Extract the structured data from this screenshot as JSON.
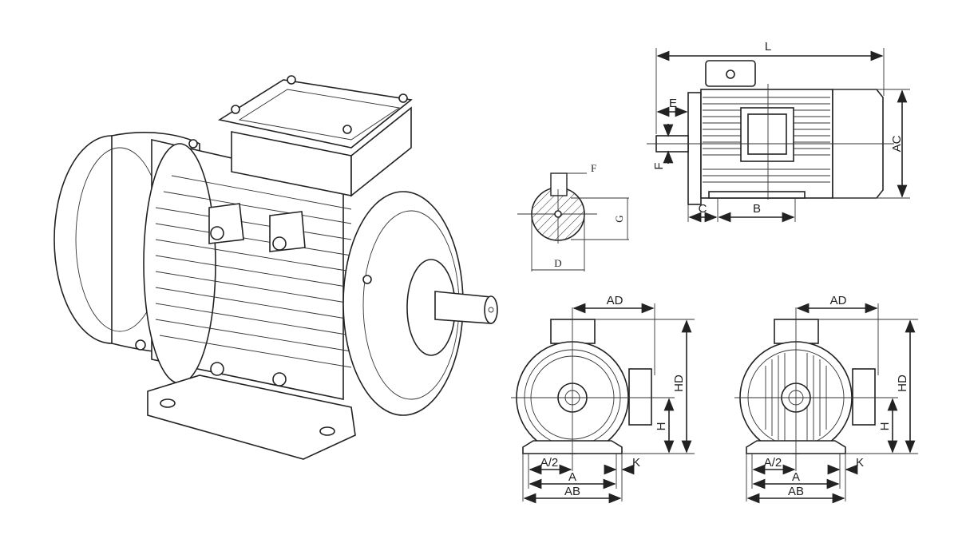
{
  "side_view": {
    "L": "L",
    "E": "E",
    "F": "F",
    "AC": "AC",
    "C": "C",
    "B": "B"
  },
  "shaft_section": {
    "F": "F",
    "G": "G",
    "D": "D"
  },
  "front_view_left": {
    "AD": "AD",
    "HD": "HD",
    "H": "H",
    "A_half": "A/2",
    "A": "A",
    "AB": "AB",
    "K": "K"
  },
  "front_view_right": {
    "AD": "AD",
    "HD": "HD",
    "H": "H",
    "A_half": "A/2",
    "A": "A",
    "AB": "AB",
    "K": "K"
  },
  "colors": {
    "line": "#222222",
    "background": "#ffffff"
  }
}
